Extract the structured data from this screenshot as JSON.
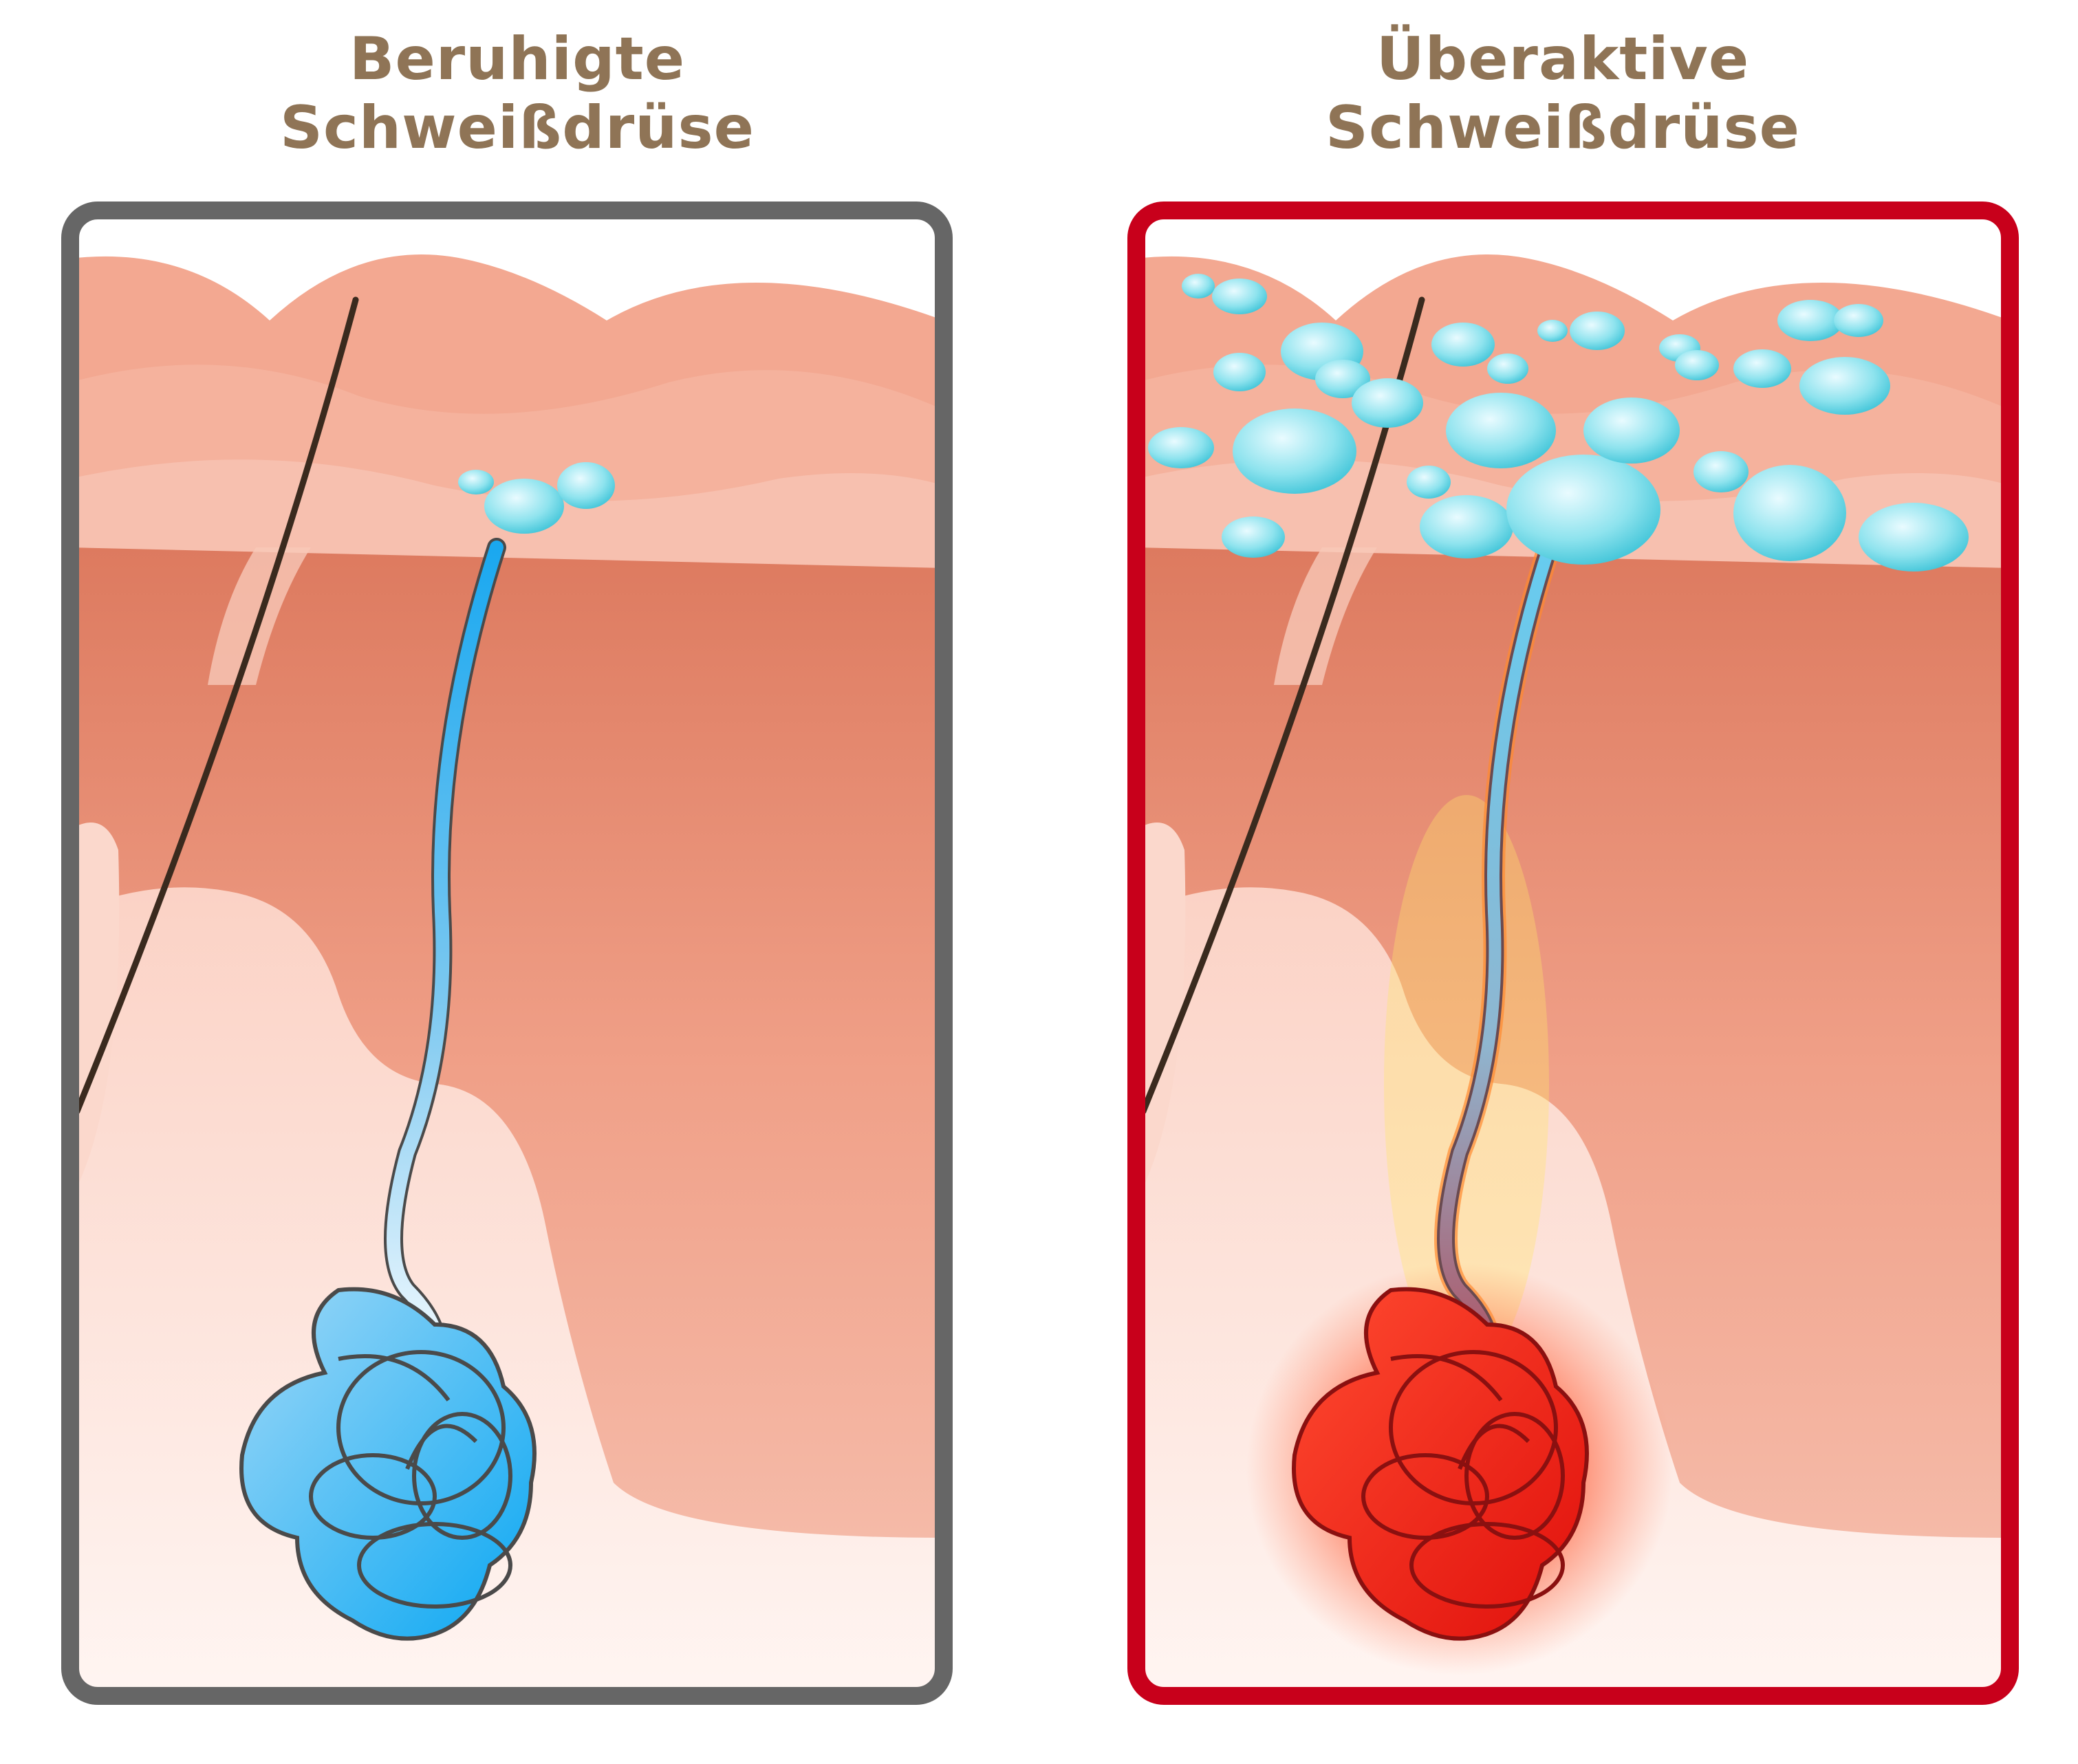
{
  "left_panel": {
    "title_line1": "Beruhigte",
    "title_line2": "Schweißdrüse",
    "border_color": "#666666",
    "gland_color": "#1aa8f0",
    "state": "calm"
  },
  "right_panel": {
    "title_line1": "Überaktive",
    "title_line2": "Schweißdrüse",
    "border_color": "#c8001b",
    "gland_color": "#f02a1a",
    "state": "overactive"
  },
  "colors": {
    "title": "#8f7456",
    "skin_surface": "#f3a891",
    "dermis": "#e07f64",
    "tissue_light": "#fbe3da",
    "sweat_drop": "#66d6e6"
  },
  "icons": [
    "hair-strand",
    "sweat-duct",
    "sweat-gland-coil",
    "sweat-droplet"
  ]
}
